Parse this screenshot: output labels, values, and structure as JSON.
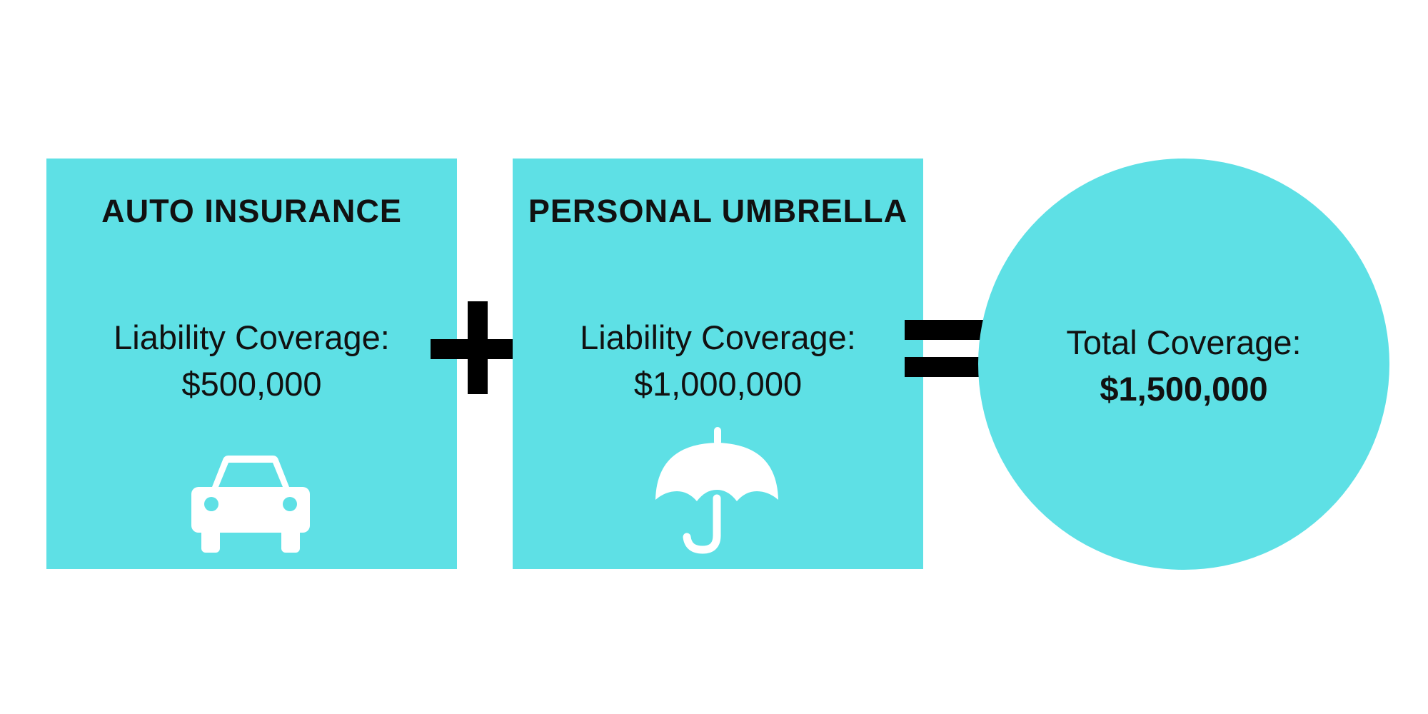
{
  "colors": {
    "card_fill": "#5ee0e5",
    "icon": "#ffffff",
    "operator": "#000000",
    "text": "#111111"
  },
  "auto": {
    "title": "AUTO INSURANCE",
    "label": "Liability Coverage:",
    "amount": "$500,000",
    "icon": "car-icon"
  },
  "umbrella": {
    "title": "PERSONAL UMBRELLA",
    "label": "Liability Coverage:",
    "amount": "$1,000,000",
    "icon": "umbrella-icon"
  },
  "operators": {
    "plus": "plus-sign",
    "equals": "equals-sign"
  },
  "total": {
    "label": "Total Coverage:",
    "amount": "$1,500,000"
  }
}
